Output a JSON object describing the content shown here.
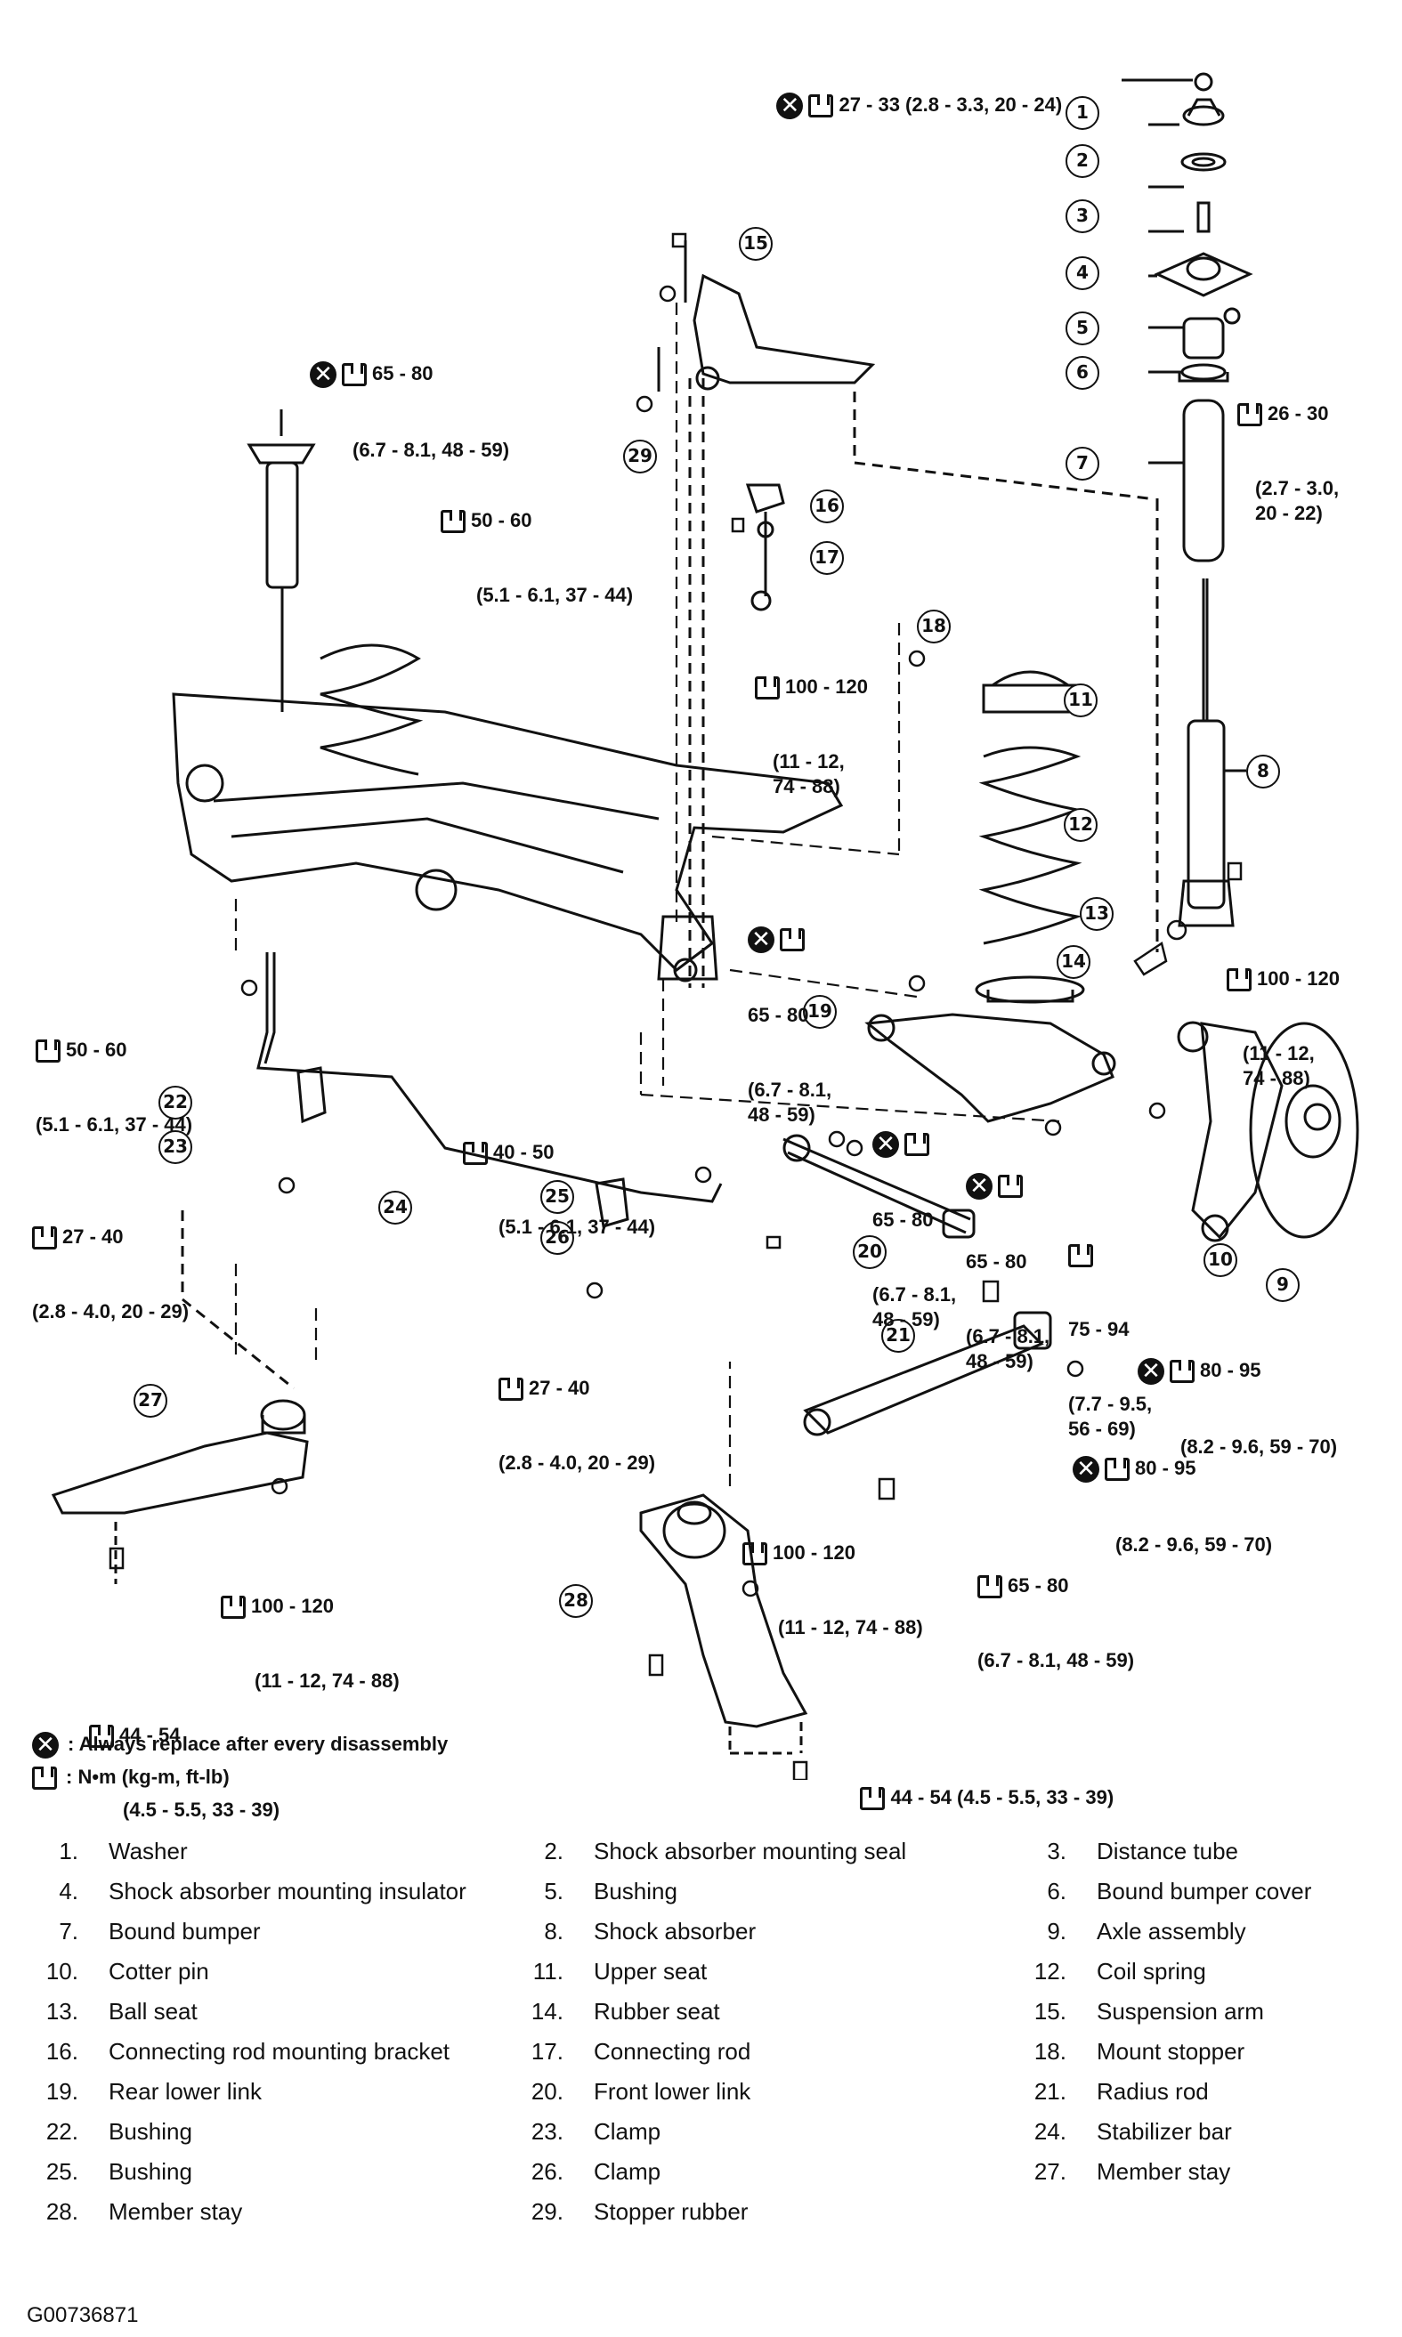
{
  "torque_labels": {
    "t1": {
      "line1": "27 - 33 (2.8 - 3.3, 20 - 24)",
      "line2": ""
    },
    "t2": {
      "line1": "65 - 80",
      "line2": "(6.7 - 8.1, 48 - 59)"
    },
    "t3": {
      "line1": "26 - 30",
      "line2": "(2.7 - 3.0,\n20 - 22)"
    },
    "t4": {
      "line1": "50 - 60",
      "line2": "(5.1 - 6.1, 37 - 44)"
    },
    "t5": {
      "line1": "100 - 120",
      "line2": "(11 - 12,\n74 - 88)"
    },
    "t6": {
      "line1": "65 - 80",
      "line2": "(6.7 - 8.1,\n48 - 59)"
    },
    "t7": {
      "line1": "100 - 120",
      "line2": "(11 - 12,\n74 - 88)"
    },
    "t8": {
      "line1": "50 - 60",
      "line2": "(5.1 - 6.1, 37 - 44)"
    },
    "t9": {
      "line1": "40 - 50",
      "line2": "(5.1 - 6.1, 37 - 44)"
    },
    "t10": {
      "line1": "65 - 80",
      "line2": "(6.7 - 8.1,\n48 - 59)"
    },
    "t11": {
      "line1": "65 - 80",
      "line2": "(6.7 - 8.1,\n48 - 59)"
    },
    "t12": {
      "line1": "75 - 94",
      "line2": "(7.7 - 9.5,\n56 - 69)"
    },
    "t13": {
      "line1": "27 - 40",
      "line2": "(2.8 - 4.0, 20 - 29)"
    },
    "t14": {
      "line1": "27 - 40",
      "line2": "(2.8 - 4.0, 20 - 29)"
    },
    "t15": {
      "line1": "80 - 95",
      "line2": "(8.2 - 9.6, 59 - 70)"
    },
    "t16": {
      "line1": "80 - 95",
      "line2": "(8.2 - 9.6, 59 - 70)"
    },
    "t17": {
      "line1": "100 - 120",
      "line2": "(11 - 12, 74 - 88)"
    },
    "t18": {
      "line1": "100 - 120",
      "line2": "(11 - 12, 74 - 88)"
    },
    "t19": {
      "line1": "65 - 80",
      "line2": "(6.7 - 8.1, 48 - 59)"
    },
    "t20": {
      "line1": "44 - 54",
      "line2": "(4.5 - 5.5, 33 - 39)"
    },
    "t21": {
      "line1": "44 - 54 (4.5 - 5.5, 33 - 39)",
      "line2": ""
    }
  },
  "callouts": [
    "1",
    "2",
    "3",
    "4",
    "5",
    "6",
    "7",
    "8",
    "9",
    "10",
    "11",
    "12",
    "13",
    "14",
    "15",
    "16",
    "17",
    "18",
    "19",
    "20",
    "21",
    "22",
    "23",
    "24",
    "25",
    "26",
    "27",
    "28",
    "29"
  ],
  "legend": {
    "replace_text": ": Always replace after every disassembly",
    "torque_text": ": N•m (kg-m, ft-lb)"
  },
  "parts": [
    {
      "num": "1.",
      "name": "Washer"
    },
    {
      "num": "2.",
      "name": "Shock absorber mounting seal"
    },
    {
      "num": "3.",
      "name": "Distance tube"
    },
    {
      "num": "4.",
      "name": "Shock absorber mounting insulator"
    },
    {
      "num": "5.",
      "name": "Bushing"
    },
    {
      "num": "6.",
      "name": "Bound bumper cover"
    },
    {
      "num": "7.",
      "name": "Bound bumper"
    },
    {
      "num": "8.",
      "name": "Shock absorber"
    },
    {
      "num": "9.",
      "name": "Axle assembly"
    },
    {
      "num": "10.",
      "name": "Cotter pin"
    },
    {
      "num": "11.",
      "name": "Upper seat"
    },
    {
      "num": "12.",
      "name": "Coil spring"
    },
    {
      "num": "13.",
      "name": "Ball seat"
    },
    {
      "num": "14.",
      "name": "Rubber seat"
    },
    {
      "num": "15.",
      "name": "Suspension arm"
    },
    {
      "num": "16.",
      "name": "Connecting rod mounting bracket"
    },
    {
      "num": "17.",
      "name": "Connecting rod"
    },
    {
      "num": "18.",
      "name": "Mount stopper"
    },
    {
      "num": "19.",
      "name": "Rear lower link"
    },
    {
      "num": "20.",
      "name": "Front lower link"
    },
    {
      "num": "21.",
      "name": "Radius rod"
    },
    {
      "num": "22.",
      "name": "Bushing"
    },
    {
      "num": "23.",
      "name": "Clamp"
    },
    {
      "num": "24.",
      "name": "Stabilizer bar"
    },
    {
      "num": "25.",
      "name": "Bushing"
    },
    {
      "num": "26.",
      "name": "Clamp"
    },
    {
      "num": "27.",
      "name": "Member stay"
    },
    {
      "num": "28.",
      "name": "Member stay"
    },
    {
      "num": "29.",
      "name": "Stopper rubber"
    }
  ],
  "figure_id": "G00736871"
}
